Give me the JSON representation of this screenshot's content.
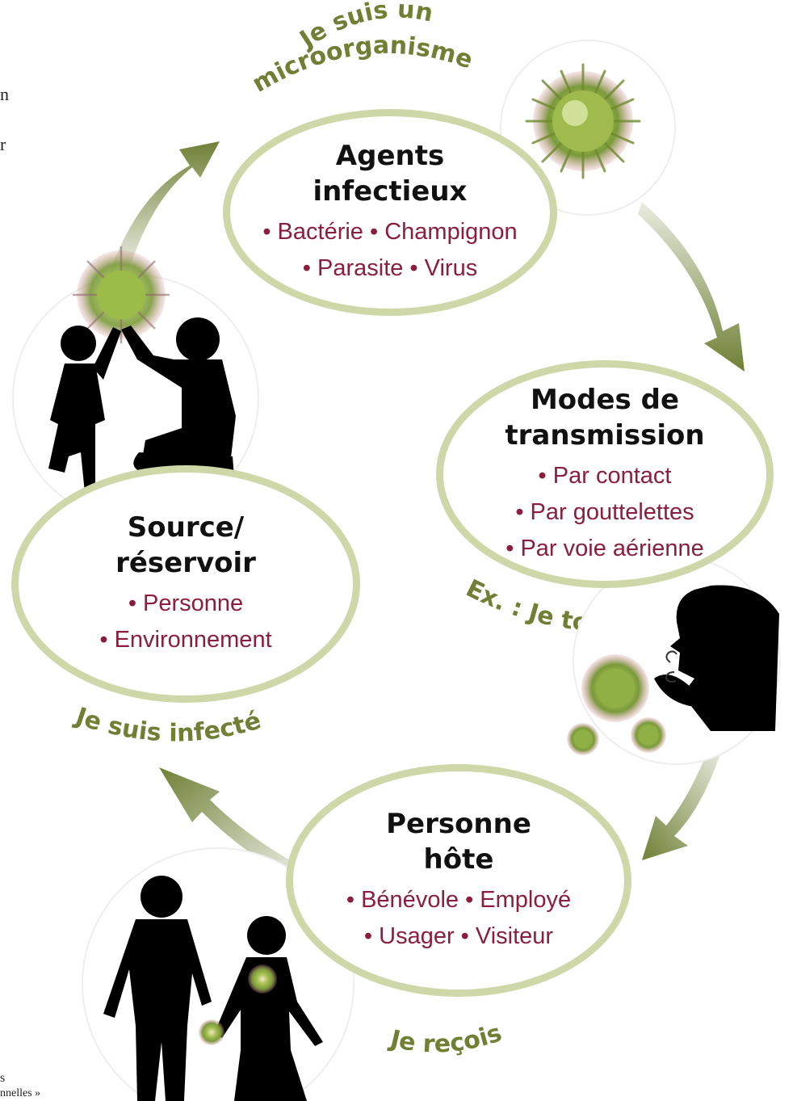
{
  "colors": {
    "oval_border": "#cdd7a8",
    "arrow": "#6f8035",
    "curved_label": "#6f8035",
    "item_text": "#8a1e3c",
    "title_text": "#111111"
  },
  "stages": [
    {
      "title": [
        "Agents",
        "infectieux"
      ],
      "items": [
        "• Bactérie • Champignon",
        "• Parasite • Virus"
      ]
    },
    {
      "title": [
        "Modes de",
        "transmission"
      ],
      "items": [
        "• Par contact",
        "• Par gouttelettes",
        "• Par voie aérienne"
      ]
    },
    {
      "title": [
        "Personne",
        "hôte"
      ],
      "items": [
        "• Bénévole • Employé",
        "• Usager • Visiteur"
      ]
    },
    {
      "title": [
        "Source/",
        "réservoir"
      ],
      "items": [
        "• Personne",
        "• Environnement"
      ]
    }
  ],
  "curved_labels": {
    "top_1": "Je suis un",
    "top_2": "microorganisme",
    "right": "Ex. : Je tousse",
    "bottom": "Je reçois",
    "left": "Je suis infecté"
  },
  "margin_fragments": [
    "n",
    "r",
    "s",
    "nnelles »"
  ],
  "icons": [
    "microorganism-icon",
    "child-adult-high-five-icon",
    "coughing-person-icon",
    "couple-holding-hands-icon"
  ]
}
